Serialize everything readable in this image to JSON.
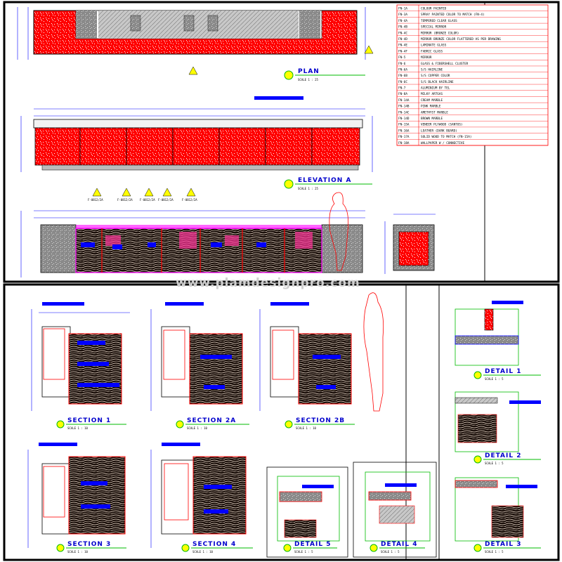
{
  "watermark": "www.plamdesignpro.com",
  "drawings": {
    "plan": {
      "title": "PLAN",
      "scale": "SCALE   1 : 25"
    },
    "elevation": {
      "title": "ELEVATION  A",
      "scale": "SCALE   1 : 25"
    },
    "section_1": {
      "title": "SECTION  1",
      "scale": "SCALE   1 : 10"
    },
    "section_2a": {
      "title": "SECTION  2A",
      "scale": "SCALE   1 : 10"
    },
    "section_2b": {
      "title": "SECTION  2B",
      "scale": "SCALE   1 : 10"
    },
    "section_3": {
      "title": "SECTION  3",
      "scale": "SCALE   1 : 10"
    },
    "section_4": {
      "title": "SECTION  4",
      "scale": "SCALE   1 : 10"
    },
    "detail_1": {
      "title": "DETAIL  1",
      "scale": "SCALE   1 : 5"
    },
    "detail_2": {
      "title": "DETAIL  2",
      "scale": "SCALE   1 : 5"
    },
    "detail_3": {
      "title": "DETAIL  3",
      "scale": "SCALE   1 : 5"
    },
    "detail_4": {
      "title": "DETAIL  4",
      "scale": "SCALE   1 : 5"
    },
    "detail_5": {
      "title": "DETAIL  5",
      "scale": "SCALE   1 : 5"
    }
  },
  "section_tags": [
    "F-0812/2A",
    "F-0812/2A",
    "F-0812/2A",
    "F-0812/2A",
    "F-0812/2A"
  ],
  "legend": [
    {
      "code": "FN-1A",
      "desc": "COLOUR PAINTED"
    },
    {
      "code": "FN-3A",
      "desc": "SPRAY PAINTED COLOR TO MATCH (FN-4)"
    },
    {
      "code": "FN-4A",
      "desc": "TEMPERED CLEAR GLASS"
    },
    {
      "code": "FN-4B",
      "desc": "SPECIAL MIRROR"
    },
    {
      "code": "FN-4C",
      "desc": "MIRROR (BRONZE COLOR)"
    },
    {
      "code": "FN-4D",
      "desc": "MIRROR BRONZE COLOR FLATTERED AS PER DRAWING"
    },
    {
      "code": "FN-4E",
      "desc": "LAMINATE GLASS"
    },
    {
      "code": "FN-4F",
      "desc": "FABRIC GLASS"
    },
    {
      "code": "FN-5",
      "desc": "MIRROR"
    },
    {
      "code": "FN-6",
      "desc": "GLASS & FIBERSHELL CLUSTER"
    },
    {
      "code": "FN-6A",
      "desc": "S/S HAIRLINE"
    },
    {
      "code": "FN-6B",
      "desc": "S/S COPPER COLOR"
    },
    {
      "code": "FN-6C",
      "desc": "S/S BLACK HAIRLINE"
    },
    {
      "code": "FN-7",
      "desc": "ALUMINIUM BY TEL"
    },
    {
      "code": "FN-8A",
      "desc": "MILKY ARTGAS"
    },
    {
      "code": "FN-14A",
      "desc": "CREAM MARBLE"
    },
    {
      "code": "FN-14B",
      "desc": "PINK MARBLE"
    },
    {
      "code": "FN-14C",
      "desc": "AMETHYST MARBLE"
    },
    {
      "code": "FN-14D",
      "desc": "BROWN MARBLE"
    },
    {
      "code": "FN-15A",
      "desc": "VENEER PLYWOOD (SANTOS)"
    },
    {
      "code": "FN-16A",
      "desc": "LEATHER (DARK BOARD)"
    },
    {
      "code": "FN-17A",
      "desc": "SOLID WOOD TO MATCH (FN-15A)"
    },
    {
      "code": "FN-18A",
      "desc": "WALLPAPER W / CONNECTIVE"
    }
  ],
  "colors": {
    "cabinet": "#ff0000",
    "frame": "#ff00ff",
    "dimension": "#0000ff",
    "marble": "#808080",
    "border": "#000000",
    "detail_frame": "#00bb00"
  }
}
